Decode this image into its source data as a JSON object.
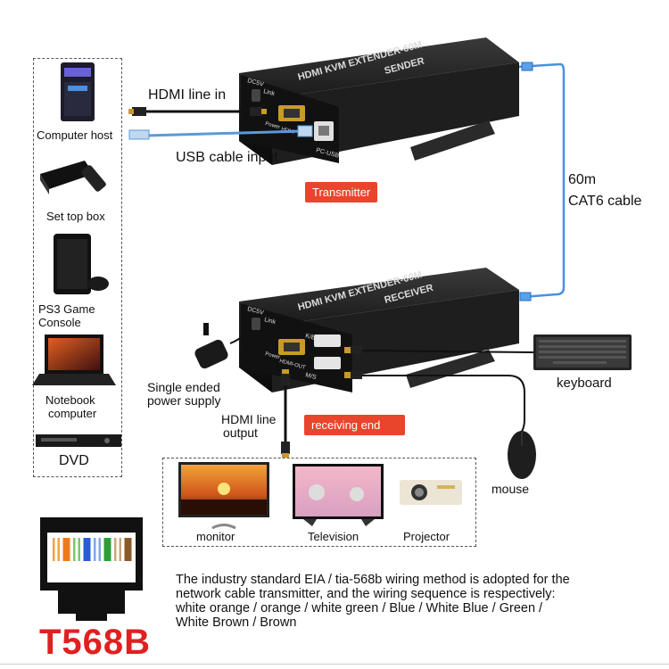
{
  "sender": {
    "title": "HDMI KVM EXTENDER-60M",
    "role": "SENDER",
    "port_dc": "DC5V",
    "port_link": "Link",
    "port_power": "Power",
    "port_hdmi": "HDMI",
    "port_usb": "PC-USB"
  },
  "receiver": {
    "title": "HDMI KVM EXTENDER-60M",
    "role": "RECEIVER",
    "port_dc": "DC5V",
    "port_link": "Link",
    "port_power": "Power",
    "port_hdmi": "HDMI-OUT",
    "port_kb": "K/B",
    "port_ms": "M/S"
  },
  "labels": {
    "hdmi_in": "HDMI line in",
    "usb_input": "USB cable input",
    "transmitter": "Transmitter",
    "cable_len": "60m",
    "cable_type": "CAT6 cable",
    "receiving_end": "receiving end",
    "power_l1": "Single ended",
    "power_l2": "power supply",
    "hdmi_out_l1": "HDMI line",
    "hdmi_out_l2": "output",
    "keyboard": "keyboard",
    "mouse": "mouse"
  },
  "sources": [
    {
      "line1": "Computer host",
      "line2": ""
    },
    {
      "line1": "Set top box",
      "line2": ""
    },
    {
      "line1": "PS3 Game",
      "line2": "Console"
    },
    {
      "line1": "Notebook",
      "line2": "computer"
    },
    {
      "line1": "DVD",
      "line2": ""
    }
  ],
  "outputs": [
    "monitor",
    "Television",
    "Projector"
  ],
  "wiring": {
    "standard": "T568B",
    "note_lines": [
      "The industry standard EIA / tia-568b wiring method is adopted for the",
      "network cable transmitter, and the wiring sequence is respectively:",
      "white orange / orange / white green / Blue / White Blue / Green /",
      "White Brown / Brown"
    ],
    "pin_colors": [
      "#f2a24a",
      "#f07a1a",
      "#7cc66a",
      "#2a5bd8",
      "#7fa6ee",
      "#2f9e3a",
      "#c9a77a",
      "#8b5a2b"
    ]
  }
}
